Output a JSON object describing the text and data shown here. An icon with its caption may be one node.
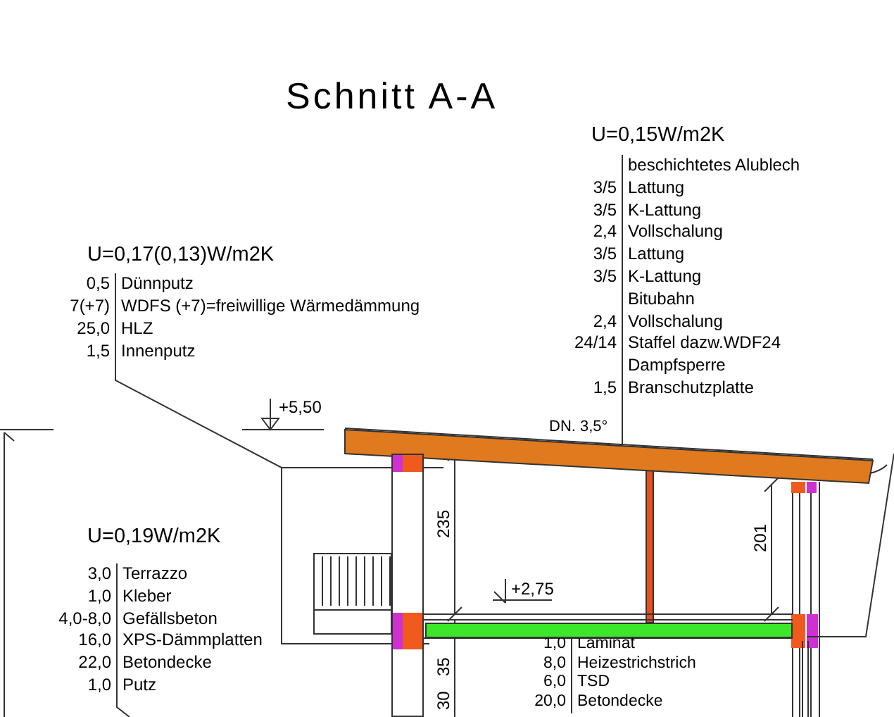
{
  "diagram": {
    "nodes": [
      {
        "text": [
          "U=0,15W/m2K",
          "beschichtetes Alublech",
          "Lattung",
          "K-Lattung",
          "Vollschalung",
          "Lattung",
          "K-Lattung",
          "Bitubahn",
          "Vollschalung",
          "Staffel dazw.WDF24",
          "Dampfsperre",
          "Branschutzplatte"
        ],
        "beside": [
          "3/5",
          "3/5",
          "2,4",
          "3/5",
          "3/5",
          "2,4",
          "24/14",
          "1,5"
        ]
      },
      {
        "text": [
          "U=0,17(0,13)W/m2K",
          "Dünnputz",
          "WDFS (+7)=freiwillige Wärmedämmung",
          "HLZ",
          "Innenputz"
        ],
        "beside": [
          "0,5",
          "7(+7)",
          "25,0",
          "1,5"
        ]
      },
      {
        "text": [
          "U=0,19W/m2K",
          "Terrazzo",
          "Kleber",
          "Gefällsbeton",
          "XPS-Dämmplatten",
          "Betondecke",
          "Putz"
        ],
        "beside": [
          "3,0",
          "1,0",
          "4,0-8,0",
          "16,0",
          "22,0",
          "1,0"
        ]
      },
      {
        "text": [
          "Laminat",
          "Heizestrichstrich",
          "TSD",
          "Betondecke"
        ],
        "beside": [
          "1,0",
          "8,0",
          "6,0",
          "20,0"
        ]
      },
      {
        "text": [],
        "shape": "bar"
      },
      {
        "text": [],
        "shape": "bar"
      },
      {
        "text": [],
        "shape": "bar"
      }
    ],
    "edges": [
      {
        "from": 0,
        "to": 4,
        "arrow": "none"
      },
      {
        "from": 1,
        "to": 5,
        "arrow": "none"
      },
      {
        "from": 2,
        "to": null,
        "arrow": "none"
      },
      {
        "from": 3,
        "to": 6,
        "arrow": "none"
      }
    ],
    "labels": [
      "Schnitt A-A",
      "+5,50",
      "DN. 3,5°",
      "235",
      "201",
      "+2,75",
      "35",
      "30"
    ]
  }
}
